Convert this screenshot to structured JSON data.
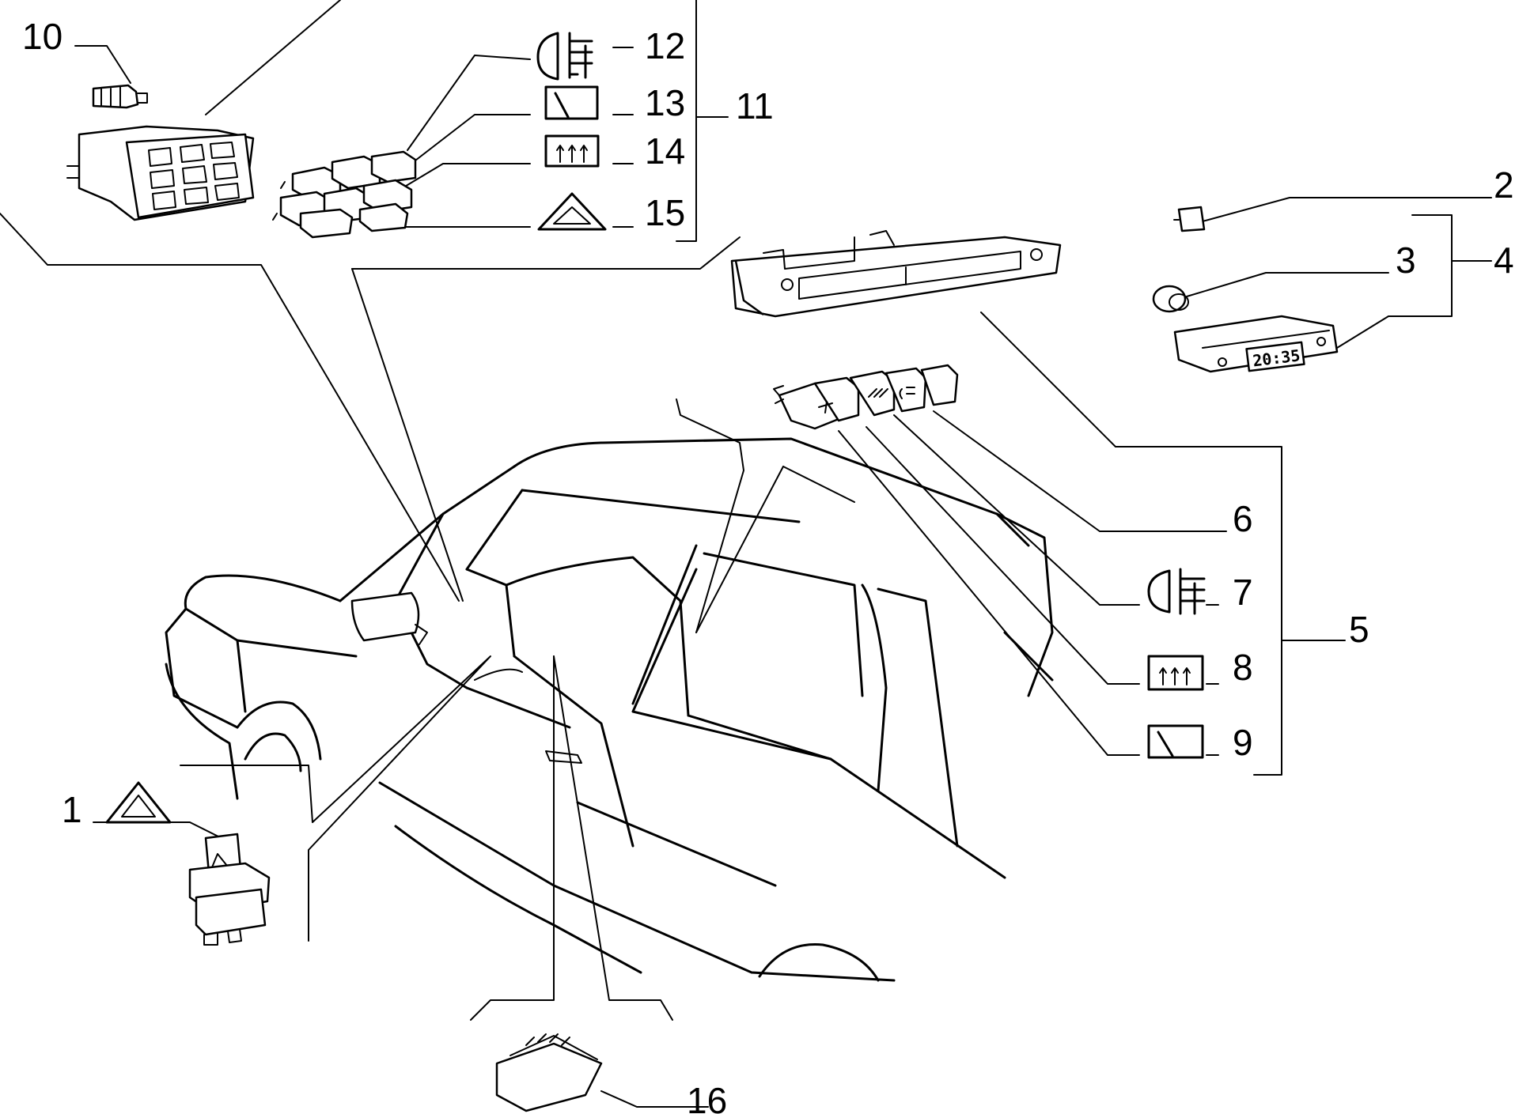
{
  "callouts": {
    "c1": "1",
    "c2": "2",
    "c3": "3",
    "c4": "4",
    "c5": "5",
    "c6": "6",
    "c7": "7",
    "c8": "8",
    "c9": "9",
    "c10": "10",
    "c11": "11",
    "c12": "12",
    "c13": "13",
    "c14": "14",
    "c15": "15",
    "c16": "16"
  },
  "clock_display": "20:35",
  "icons": {
    "fog_lamp": "fog-lamp-icon",
    "wiper": "wiper-icon",
    "rear_defrost": "rear-defrost-icon",
    "hazard": "hazard-triangle-icon"
  },
  "colors": {
    "ink": "#000000",
    "paper": "#ffffff"
  }
}
